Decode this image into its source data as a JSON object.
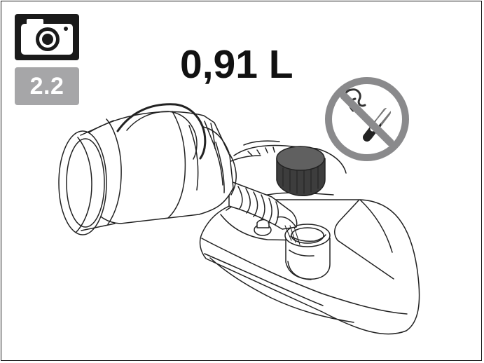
{
  "step": {
    "label": "2.2"
  },
  "instruction": {
    "volume": "0,91 L"
  },
  "icons": {
    "camera": "camera-icon",
    "no_smoking": "no-smoking-icon",
    "illustration": "refuel-illustration"
  },
  "colors": {
    "badge_background": "#1a1a1a",
    "step_badge_background": "#a6a6a8",
    "warning_gray": "#8a8a8c"
  }
}
